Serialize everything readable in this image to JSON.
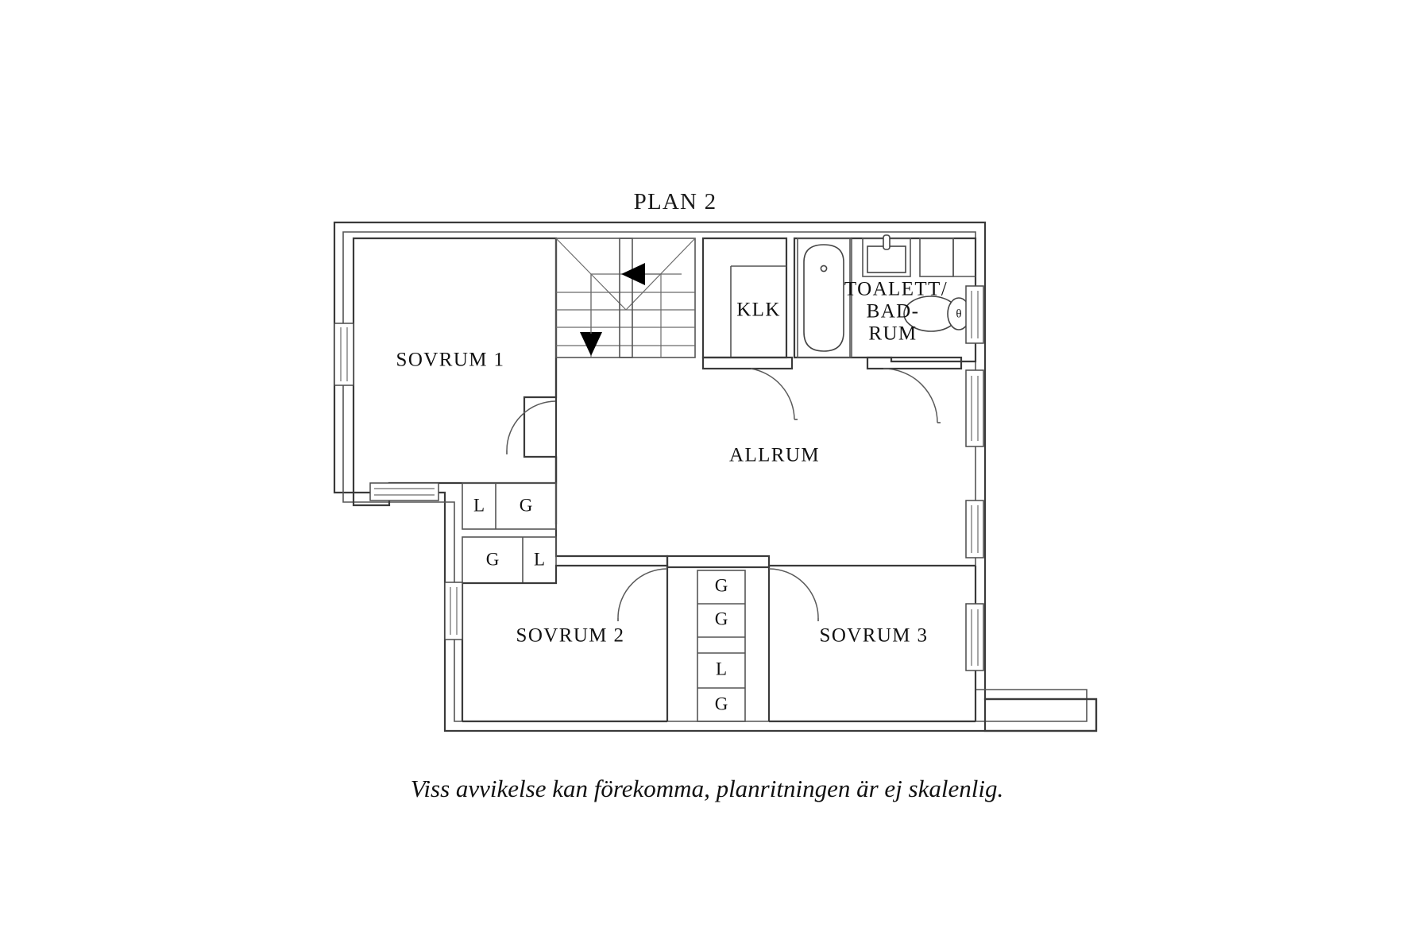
{
  "document": {
    "title": "PLAN 2",
    "caption": "Viss avvikelse kan förekomma, planritningen är ej skalenlig.",
    "type": "floor-plan",
    "language": "sv",
    "colors": {
      "background": "#ffffff",
      "wall_stroke": "#3a3a3a",
      "text": "#111111",
      "fixture_stroke": "#444444"
    }
  },
  "rooms": [
    {
      "id": "sovrum-1",
      "label": "SOVRUM 1"
    },
    {
      "id": "klk",
      "label": "KLK"
    },
    {
      "id": "toalett-badrum",
      "label_line1": "TOALETT/",
      "label_line2": "BAD-",
      "label_line3": "RUM"
    },
    {
      "id": "allrum",
      "label": "ALLRUM"
    },
    {
      "id": "sovrum-2",
      "label": "SOVRUM 2"
    },
    {
      "id": "sovrum-3",
      "label": "SOVRUM 3"
    }
  ],
  "closets": {
    "upper_row": [
      {
        "id": "closet-upper-l",
        "label": "L"
      },
      {
        "id": "closet-upper-g",
        "label": "G"
      }
    ],
    "lower_row": [
      {
        "id": "closet-lower-g",
        "label": "G"
      },
      {
        "id": "closet-lower-l",
        "label": "L"
      }
    ],
    "center_column": [
      {
        "id": "closet-center-g1",
        "label": "G"
      },
      {
        "id": "closet-center-g2",
        "label": "G"
      },
      {
        "id": "closet-center-l",
        "label": "L"
      },
      {
        "id": "closet-center-g3",
        "label": "G"
      }
    ]
  },
  "fixtures": [
    {
      "id": "bathtub",
      "name": "bathtub-fixture"
    },
    {
      "id": "washbasin",
      "name": "washbasin-fixture"
    },
    {
      "id": "toilet",
      "name": "toilet-fixture"
    },
    {
      "id": "staircase",
      "name": "staircase-symbol"
    }
  ],
  "stairs": {
    "up_arrow": "▲",
    "down_arrow": "▼",
    "direction_note": "two-direction stair arrows"
  }
}
